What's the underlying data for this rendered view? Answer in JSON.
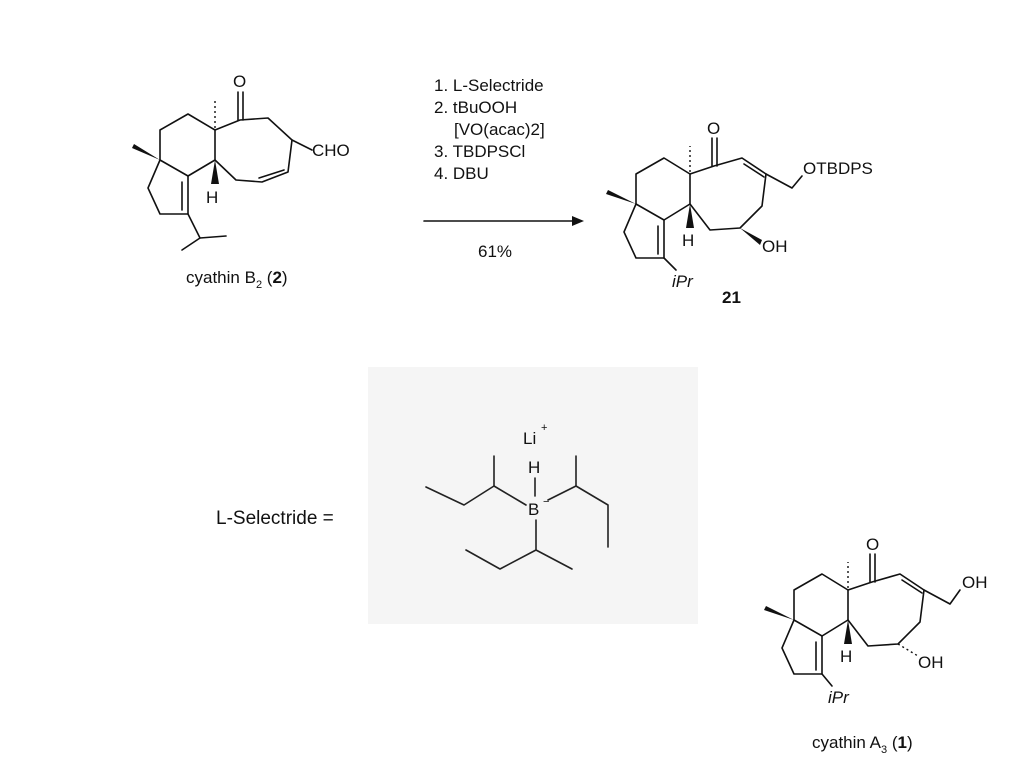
{
  "reaction": {
    "steps": [
      "1. L-Selectride",
      "2. tBuOOH",
      "[VO(acac)2]",
      "3. TBDPSCl",
      "4. DBU"
    ],
    "yield": "61%",
    "reactant": {
      "name": "cyathin B",
      "subscript": "2",
      "number": "2",
      "substituent_cho": "CHO",
      "atom_o": "O",
      "atom_h": "H"
    },
    "product": {
      "number": "21",
      "substituent_top": "OTBDPS",
      "substituent_oh": "OH",
      "substituent_ipr": "iPr",
      "atom_o": "O",
      "atom_h": "H"
    }
  },
  "reagent_definition": {
    "label": "L-Selectride  =",
    "cation": "Li",
    "cation_charge": "+",
    "atom_h": "H",
    "atom_b": "B",
    "anion_charge": "−",
    "panel_color": "#f5f5f5"
  },
  "final_product": {
    "name": "cyathin A",
    "subscript": "3",
    "number": "1",
    "substituent_top": "OH",
    "substituent_oh": "OH",
    "substituent_ipr": "iPr",
    "atom_o": "O",
    "atom_h": "H"
  }
}
